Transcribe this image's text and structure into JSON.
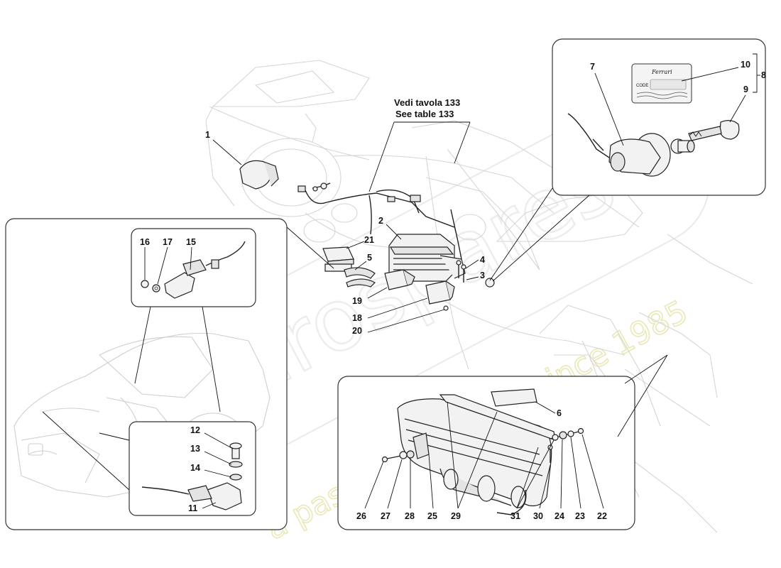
{
  "watermark": {
    "logo_text": "eurospares",
    "tagline": "a passion for parts since 1985"
  },
  "reference": {
    "line1": "Vedi tavola 133",
    "line2": "See table 133"
  },
  "key_card": {
    "brand": "Ferrari",
    "code_label": "CODE"
  },
  "callouts": {
    "n1": "1",
    "n2": "2",
    "n3": "3",
    "n4": "4",
    "n5": "5",
    "n6": "6",
    "n7": "7",
    "n8": "8",
    "n9": "9",
    "n10": "10",
    "n11": "11",
    "n12": "12",
    "n13": "13",
    "n14": "14",
    "n15": "15",
    "n16": "16",
    "n17": "17",
    "n18": "18",
    "n19": "19",
    "n20": "20",
    "n21": "21",
    "n22": "22",
    "n23": "23",
    "n24": "24",
    "n25": "25",
    "n26": "26",
    "n27": "27",
    "n28": "28",
    "n29": "29",
    "n30": "30",
    "n31": "31"
  }
}
